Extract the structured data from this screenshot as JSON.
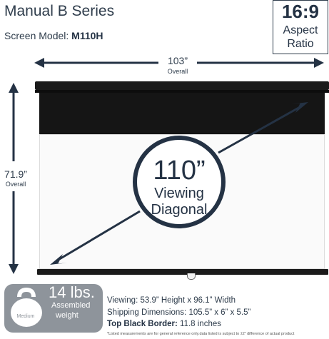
{
  "header": {
    "series": "Manual B Series",
    "model_label": "Screen Model:",
    "model_value": "M110H"
  },
  "aspect": {
    "ratio": "16:9",
    "line1": "Aspect",
    "line2": "Ratio"
  },
  "dimensions": {
    "width_value": "103”",
    "width_sub": "Overall",
    "height_value": "71.9”",
    "height_sub": "Overall"
  },
  "diagonal": {
    "value": "110”",
    "line1": "Viewing",
    "line2": "Diagonal"
  },
  "weight": {
    "value": "14 lbs.",
    "line1": "Assembled",
    "line2": "weight",
    "kettlebell_label": "Medium"
  },
  "specs": [
    {
      "label": "Viewing:",
      "value": "53.9” Height x 96.1” Width"
    },
    {
      "label": "Shipping Dimensions:",
      "value": "105.5” x 6” x 5.5”"
    },
    {
      "label": "Top Black Border:",
      "value": "11.8 inches"
    }
  ],
  "footnote": "*Listed measurements are for general reference only.data listed is subject to ±2” difference of actual product",
  "colors": {
    "navy": "#243244",
    "text": "#2f3d4c",
    "gray_badge": "#8e949b",
    "housing": "#1b1b1b"
  }
}
